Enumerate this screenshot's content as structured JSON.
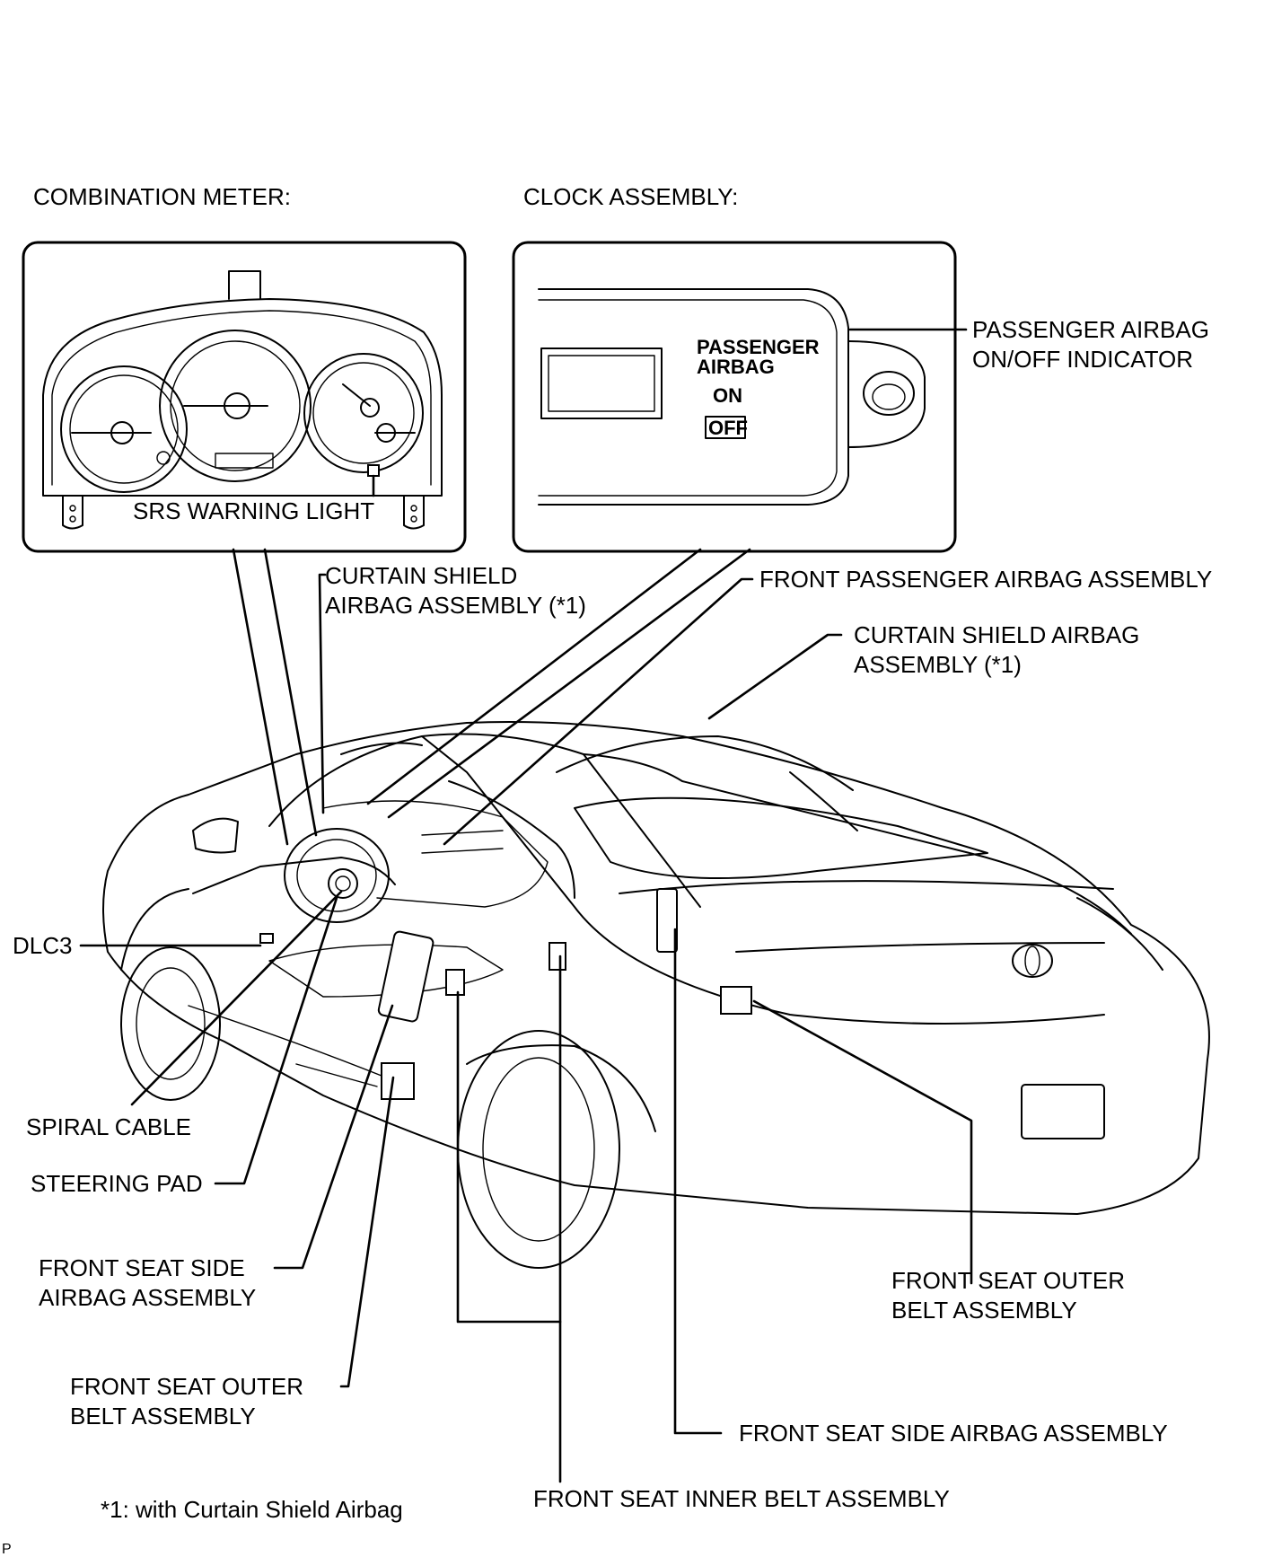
{
  "headings": {
    "combination_meter": "COMBINATION METER:",
    "clock_assembly": "CLOCK ASSEMBLY:"
  },
  "inset_meter": {
    "srs_warning_light": "SRS WARNING LIGHT"
  },
  "inset_clock": {
    "indicator_line1": "PASSENGER",
    "indicator_line2": "AIRBAG",
    "indicator_on": "ON",
    "indicator_off": "OFF"
  },
  "callouts": {
    "passenger_airbag_indicator": [
      "PASSENGER AIRBAG",
      "ON/OFF INDICATOR"
    ],
    "curtain_shield_left": [
      "CURTAIN SHIELD",
      "AIRBAG ASSEMBLY (*1)"
    ],
    "front_passenger_airbag": "FRONT PASSENGER AIRBAG ASSEMBLY",
    "curtain_shield_right": [
      "CURTAIN SHIELD AIRBAG",
      "ASSEMBLY (*1)"
    ],
    "dlc3": "DLC3",
    "spiral_cable": "SPIRAL CABLE",
    "steering_pad": "STEERING PAD",
    "front_seat_side_airbag_left": [
      "FRONT SEAT SIDE",
      "AIRBAG ASSEMBLY"
    ],
    "front_seat_outer_belt_left": [
      "FRONT SEAT OUTER",
      "BELT ASSEMBLY"
    ],
    "front_seat_outer_belt_right": [
      "FRONT SEAT OUTER",
      "BELT ASSEMBLY"
    ],
    "front_seat_side_airbag_right": "FRONT SEAT SIDE AIRBAG ASSEMBLY",
    "front_seat_inner_belt": "FRONT SEAT INNER BELT ASSEMBLY"
  },
  "footnote": "*1: with Curtain Shield Airbag",
  "corner_mark": "P"
}
